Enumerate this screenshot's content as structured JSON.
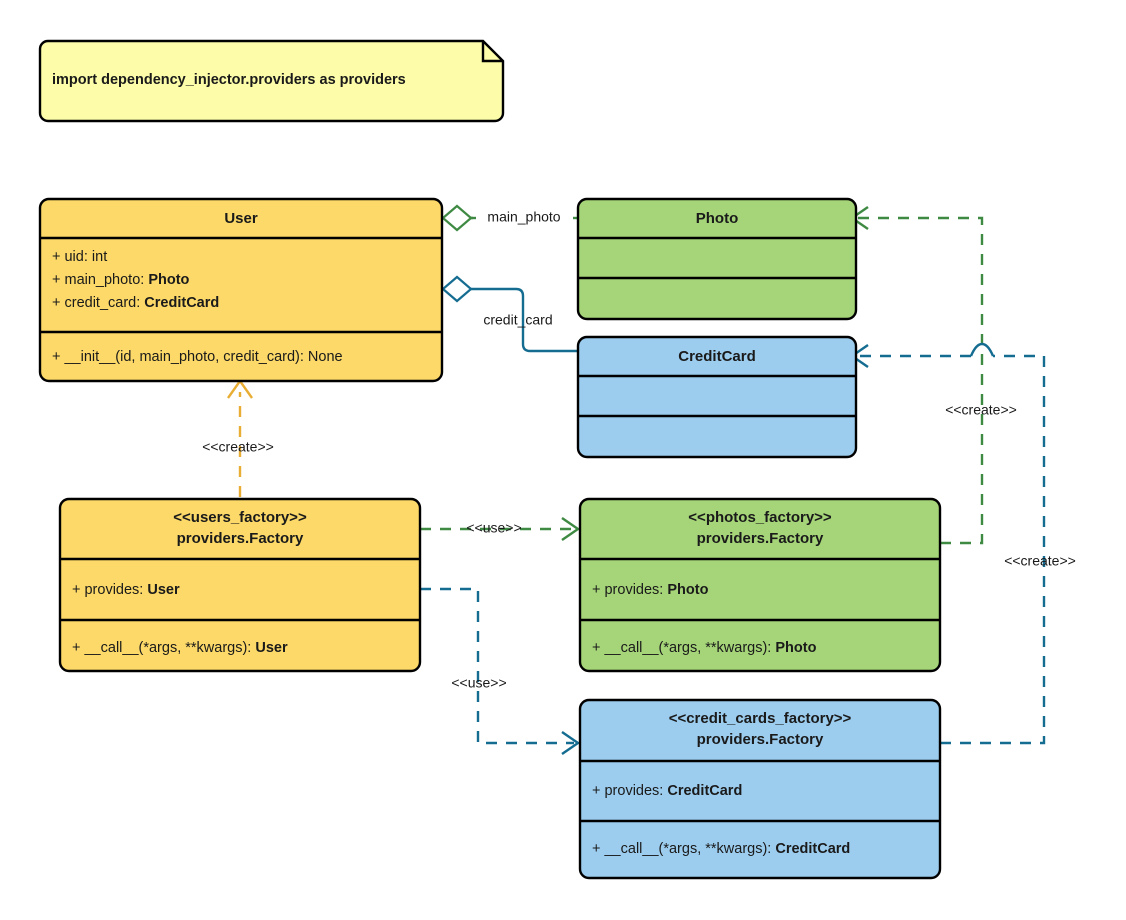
{
  "diagram": {
    "type": "uml-class-diagram",
    "title": "dependency_injector providers factory pattern",
    "background": "#ffffff"
  },
  "palette": {
    "yellow_fill": "#FCD968",
    "green_fill": "#A5D578",
    "blue_fill": "#9CCDEF",
    "note_fill": "#FCFCA9",
    "green_stroke": "#3F8A43",
    "blue_stroke": "#156C91",
    "orange_stroke": "#E8AE34",
    "box_stroke": "#000000",
    "text": "#1a1a1a"
  },
  "note": {
    "text": "import dependency_injector.providers as providers"
  },
  "classes": [
    {
      "id": "user",
      "name": "User",
      "fill_key": "yellow_fill",
      "attributes": [
        {
          "text": "+ uid: int",
          "plain": "+ uid: int",
          "strong": ""
        },
        {
          "text": "+ main_photo: Photo",
          "plain": "+ main_photo: ",
          "strong": "Photo"
        },
        {
          "text": "+ credit_card: CreditCard",
          "plain": "+ credit_card: ",
          "strong": "CreditCard"
        }
      ],
      "methods": [
        {
          "text": "+ __init__(id, main_photo, credit_card): None",
          "plain": "+ __init__(id, main_photo, credit_card): None",
          "strong": ""
        }
      ]
    },
    {
      "id": "photo",
      "name": "Photo",
      "fill_key": "green_fill",
      "attributes": [],
      "methods": []
    },
    {
      "id": "credit_card",
      "name": "CreditCard",
      "fill_key": "blue_fill",
      "attributes": [],
      "methods": []
    },
    {
      "id": "users_factory",
      "name_line1": "<<users_factory>>",
      "name_line2": "providers.Factory",
      "fill_key": "yellow_fill",
      "attributes": [
        {
          "plain": "+ provides: ",
          "strong": "User"
        }
      ],
      "methods": [
        {
          "plain": "+ __call__(*args, **kwargs): ",
          "strong": "User"
        }
      ]
    },
    {
      "id": "photos_factory",
      "name_line1": "<<photos_factory>>",
      "name_line2": "providers.Factory",
      "fill_key": "green_fill",
      "attributes": [
        {
          "plain": "+ provides: ",
          "strong": "Photo"
        }
      ],
      "methods": [
        {
          "plain": "+ __call__(*args, **kwargs): ",
          "strong": "Photo"
        }
      ]
    },
    {
      "id": "credit_cards_factory",
      "name_line1": "<<credit_cards_factory>>",
      "name_line2": "providers.Factory",
      "fill_key": "blue_fill",
      "attributes": [
        {
          "plain": "+ provides: ",
          "strong": "CreditCard"
        }
      ],
      "methods": [
        {
          "plain": "+ __call__(*args, **kwargs): ",
          "strong": "CreditCard"
        }
      ]
    }
  ],
  "edges": [
    {
      "id": "user-photo",
      "label": "main_photo",
      "kind": "aggregation",
      "color_key": "green_stroke",
      "from": "user",
      "to": "photo"
    },
    {
      "id": "user-creditcard",
      "label": "credit_card",
      "kind": "aggregation",
      "color_key": "blue_stroke",
      "from": "user",
      "to": "credit_card"
    },
    {
      "id": "usersfactory-user",
      "label": "<<create>>",
      "kind": "dependency",
      "color_key": "orange_stroke",
      "from": "users_factory",
      "to": "user"
    },
    {
      "id": "usersfactory-photosfactory",
      "label": "<<use>>",
      "kind": "dependency",
      "color_key": "green_stroke",
      "from": "users_factory",
      "to": "photos_factory"
    },
    {
      "id": "usersfactory-creditcardsfactory",
      "label": "<<use>>",
      "kind": "dependency",
      "color_key": "blue_stroke",
      "from": "users_factory",
      "to": "credit_cards_factory"
    },
    {
      "id": "photosfactory-photo",
      "label": "<<create>>",
      "kind": "dependency",
      "color_key": "green_stroke",
      "from": "photos_factory",
      "to": "photo"
    },
    {
      "id": "creditcardsfactory-creditcard",
      "label": "<<create>>",
      "kind": "dependency",
      "color_key": "blue_stroke",
      "from": "credit_cards_factory",
      "to": "credit_card"
    }
  ]
}
